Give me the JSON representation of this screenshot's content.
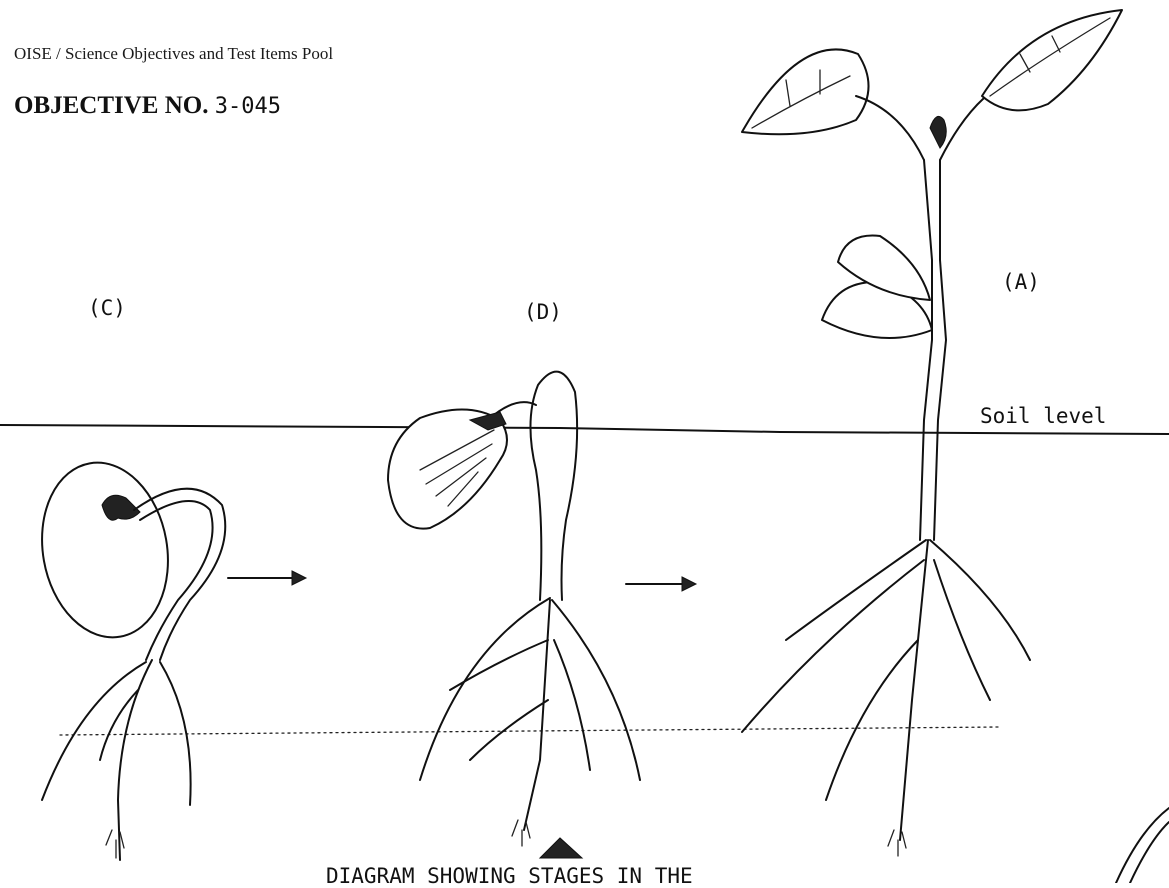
{
  "header": {
    "source": "OISE / Science Objectives and Test Items Pool",
    "objective_label": "OBJECTIVE NO.",
    "objective_number": "3-045"
  },
  "stages": {
    "c": "(C)",
    "d": "(D)",
    "a": "(A)"
  },
  "soil_label": "Soil level",
  "caption": "DIAGRAM SHOWING STAGES IN THE"
}
